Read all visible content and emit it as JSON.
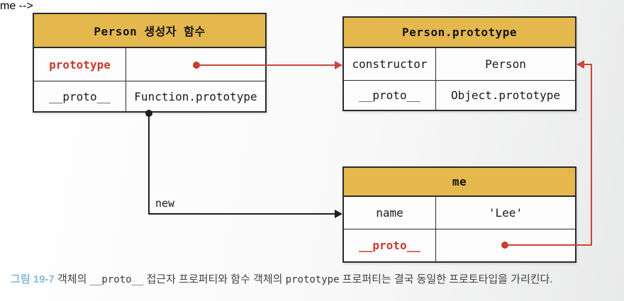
{
  "diagram": {
    "tables": {
      "person_constructor": {
        "title": "Person 생성자 함수",
        "rows": [
          {
            "key": "prototype",
            "value": ""
          },
          {
            "key": "__proto__",
            "value": "Function.prototype"
          }
        ]
      },
      "person_prototype": {
        "title": "Person.prototype",
        "rows": [
          {
            "key": "constructor",
            "value": "Person"
          },
          {
            "key": "__proto__",
            "value": "Object.prototype"
          }
        ]
      },
      "me": {
        "title": "me",
        "rows": [
          {
            "key": "name",
            "value": "'Lee'"
          },
          {
            "key": "__proto__",
            "value": ""
          }
        ]
      }
    },
    "edges": {
      "new_label": "new"
    },
    "colors": {
      "header_gold": "#e5b84e",
      "pointer_red": "#c63d2e",
      "caption_blue": "#8db9da",
      "line_black": "#1f1f1f"
    }
  },
  "caption": {
    "figure_label": "그림 19-7",
    "part1": " 객체의 ",
    "code1": "__proto__",
    "part2": " 접근자 프로퍼티와 함수 객체의 ",
    "code2": "prototype",
    "part3": " 프로퍼티는 결국 동일한 프로토타입을 가리킨다."
  }
}
